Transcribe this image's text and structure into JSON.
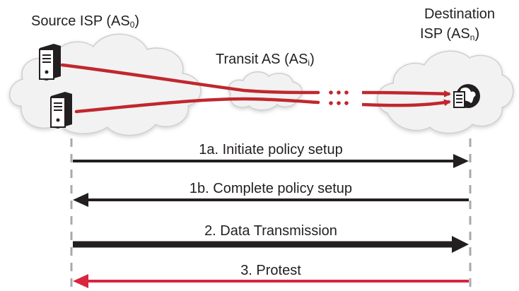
{
  "labels": {
    "source_isp": "Source ISP (AS",
    "source_isp_sub": "0",
    "source_isp_end": ")",
    "destination_line1": "Destination",
    "destination_line2": "ISP (AS",
    "destination_sub": "n",
    "destination_end": ")",
    "transit_as": "Transit AS (AS",
    "transit_sub": "i",
    "transit_end": ")"
  },
  "steps": [
    {
      "label": "1a. Initiate policy setup",
      "direction": "right",
      "color": "#231f20",
      "weight": "normal"
    },
    {
      "label": "1b. Complete policy setup",
      "direction": "left",
      "color": "#231f20",
      "weight": "normal"
    },
    {
      "label": "2. Data Transmission",
      "direction": "right",
      "color": "#231f20",
      "weight": "heavy"
    },
    {
      "label": "3. Protest",
      "direction": "left",
      "color": "#d7263d",
      "weight": "normal"
    }
  ],
  "colors": {
    "path": "#c1272d",
    "cloud_fill": "#f2f2f2",
    "cloud_stroke": "#cccccc",
    "dashed_line": "#a7a9ac",
    "ink": "#231f20"
  },
  "icons": [
    "server-icon",
    "server-icon",
    "web-server-globe-icon"
  ]
}
